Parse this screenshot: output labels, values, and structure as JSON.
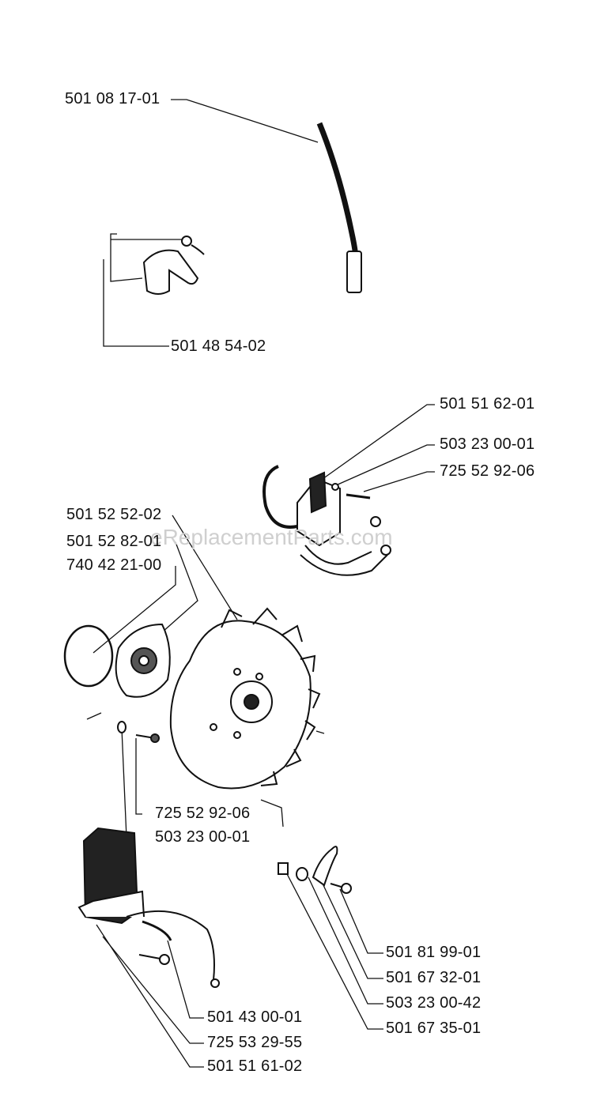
{
  "watermark": "eReplacementParts.com",
  "parts": [
    {
      "id": "fuel-hose",
      "number": "501 08 17-01"
    },
    {
      "id": "throttle-lever",
      "number": "501 48 54-02"
    },
    {
      "id": "ignition-coil-top",
      "number": "501 51 62-01"
    },
    {
      "id": "washer-top",
      "number": "503 23 00-01"
    },
    {
      "id": "screw-top",
      "number": "725 52 92-06"
    },
    {
      "id": "flywheel",
      "number": "501 52 52-02"
    },
    {
      "id": "starter-pawl-carrier",
      "number": "501 52 82-01"
    },
    {
      "id": "o-ring",
      "number": "740 42 21-00"
    },
    {
      "id": "screw-mid",
      "number": "725 52 92-06"
    },
    {
      "id": "washer-mid",
      "number": "503 23 00-01"
    },
    {
      "id": "pawl",
      "number": "501 81 99-01"
    },
    {
      "id": "pawl-spring",
      "number": "501 67 32-01"
    },
    {
      "id": "washer-pawl",
      "number": "503 23 00-42"
    },
    {
      "id": "pawl-bolt",
      "number": "501 67 35-01"
    },
    {
      "id": "ignition-module-cable",
      "number": "501 43 00-01"
    },
    {
      "id": "screw-bottom",
      "number": "725 53 29-55"
    },
    {
      "id": "ignition-module",
      "number": "501 51 61-02"
    }
  ]
}
